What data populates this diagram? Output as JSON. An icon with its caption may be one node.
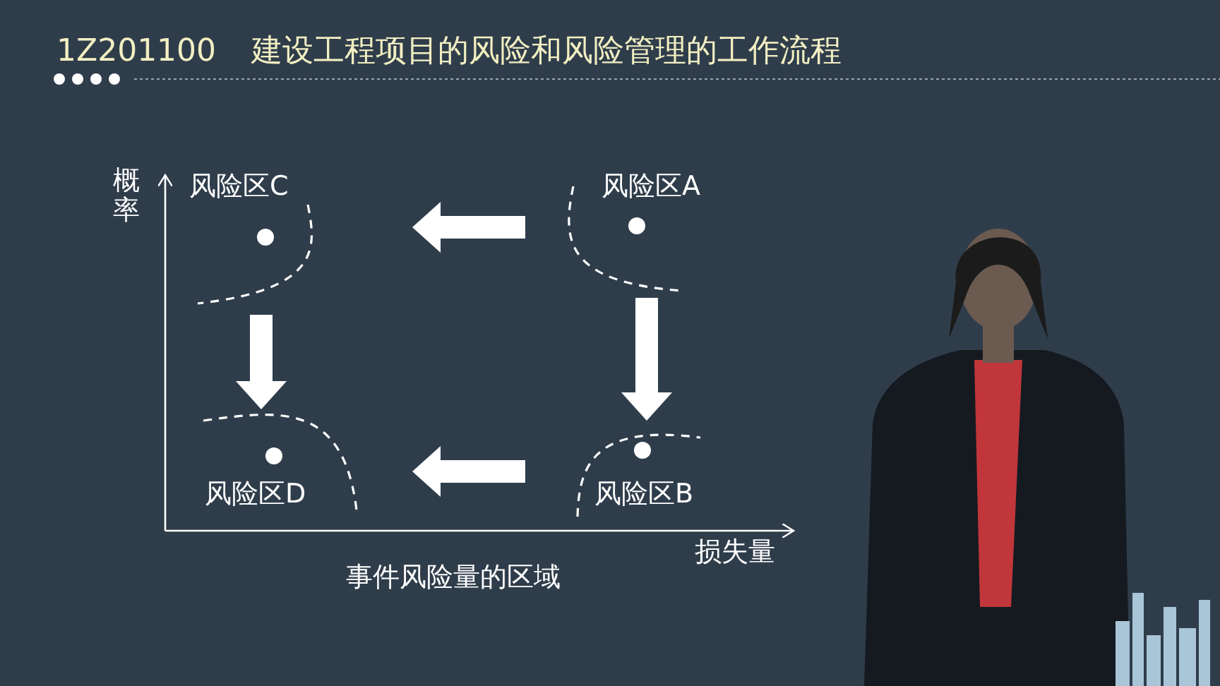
{
  "diagram": {
    "title": "建设工程项目的风险和风险管理的工作流程",
    "caption": "事件风险量的区域",
    "nodes": [
      {
        "text": [
          "风险区C"
        ]
      },
      {
        "text": [
          "风险区A"
        ]
      },
      {
        "text": [
          "风险区D"
        ]
      },
      {
        "text": [
          "风险区B"
        ]
      }
    ],
    "edges": [
      {
        "from": 1,
        "to": 0,
        "arrow": "to"
      },
      {
        "from": 0,
        "to": 2,
        "arrow": "to"
      },
      {
        "from": 1,
        "to": 3,
        "arrow": "to"
      },
      {
        "from": 3,
        "to": 2,
        "arrow": "to"
      }
    ],
    "labels": [
      "1Z201100",
      "概率",
      "损失量"
    ]
  }
}
